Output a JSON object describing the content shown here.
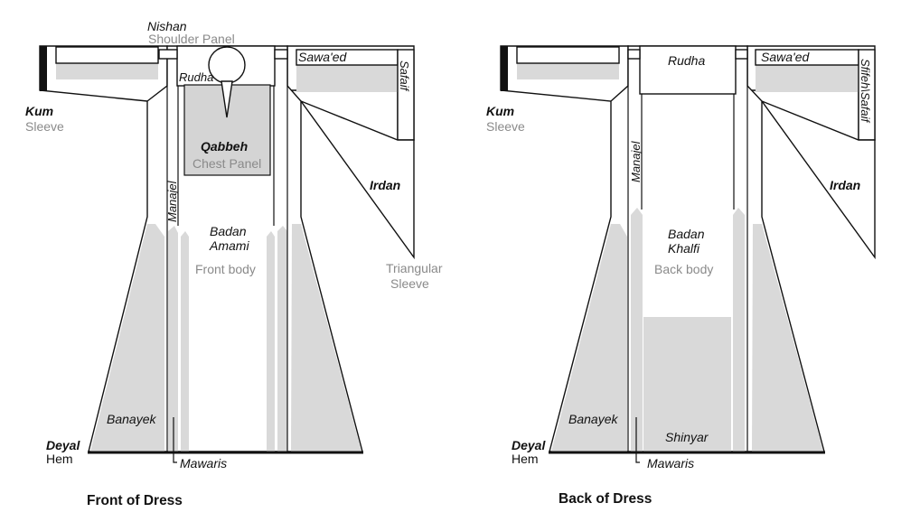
{
  "front": {
    "nishan": "Nishan",
    "shoulder_panel": "Shoulder Panel",
    "rudha": "Rudha",
    "sawaed": "Sawa'ed",
    "safaif": "Safaif",
    "kum": "Kum",
    "sleeve": "Sleeve",
    "qabbeh": "Qabbeh",
    "chest_panel": "Chest Panel",
    "irdan": "Irdan",
    "manajel": "Manajel",
    "badan": "Badan",
    "amami": "Amami",
    "front_body": "Front body",
    "triangular": "Triangular",
    "sleeve2": "Sleeve",
    "banayek": "Banayek",
    "deyal": "Deyal",
    "hem": "Hem",
    "mawaris": "Mawaris",
    "caption": "Front of Dress"
  },
  "back": {
    "rudha": "Rudha",
    "sawaed": "Sawa'ed",
    "sfifeh": "Sfifeh\\Safaif",
    "kum": "Kum",
    "sleeve": "Sleeve",
    "manajel": "Manajel",
    "irdan": "Irdan",
    "badan": "Badan",
    "khalfi": "Khalfi",
    "back_body": "Back body",
    "banayek": "Banayek",
    "shinyar": "Shinyar",
    "deyal": "Deyal",
    "hem": "Hem",
    "mawaris": "Mawaris",
    "caption": "Back of Dress"
  }
}
